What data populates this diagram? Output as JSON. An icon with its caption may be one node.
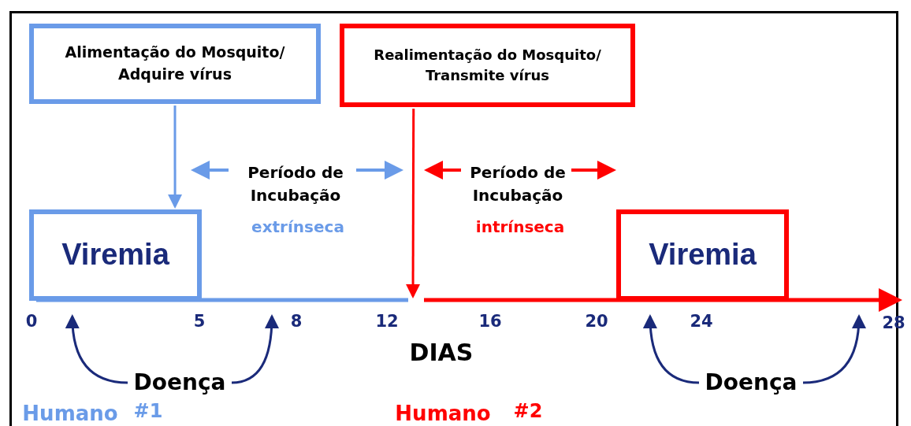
{
  "diagram": {
    "nodes": [
      {
        "text": [
          "Alimentação do Mosquito/ Adquire vírus"
        ]
      },
      {
        "text": [
          "Realimentação do Mosquito/ Transmite vírus"
        ]
      },
      {
        "text": [
          "Viremia"
        ]
      },
      {
        "text": [
          "Viremia"
        ]
      },
      {
        "text": [
          "Doença"
        ]
      },
      {
        "text": [
          "Doença"
        ]
      }
    ],
    "edges": [
      {
        "from": 0,
        "to": 2,
        "arrow": "to",
        "color": "#6a9be8"
      },
      {
        "from": 1,
        "to": null,
        "arrow": "to",
        "color": "#ff0000"
      },
      {
        "from": 4,
        "to": 2,
        "arrow": "to"
      },
      {
        "from": 4,
        "to": null,
        "arrow": "to"
      },
      {
        "from": 5,
        "to": 3,
        "arrow": "to"
      },
      {
        "from": 5,
        "to": null,
        "arrow": "to"
      }
    ],
    "labels": [
      "Período de Incubação",
      "extrínseca",
      "Período de Incubação",
      "intrínseca",
      "0",
      "5",
      "8",
      "12",
      "16",
      "20",
      "24",
      "28",
      "DIAS",
      "Humano",
      "#1",
      "Humano",
      "#2"
    ]
  }
}
